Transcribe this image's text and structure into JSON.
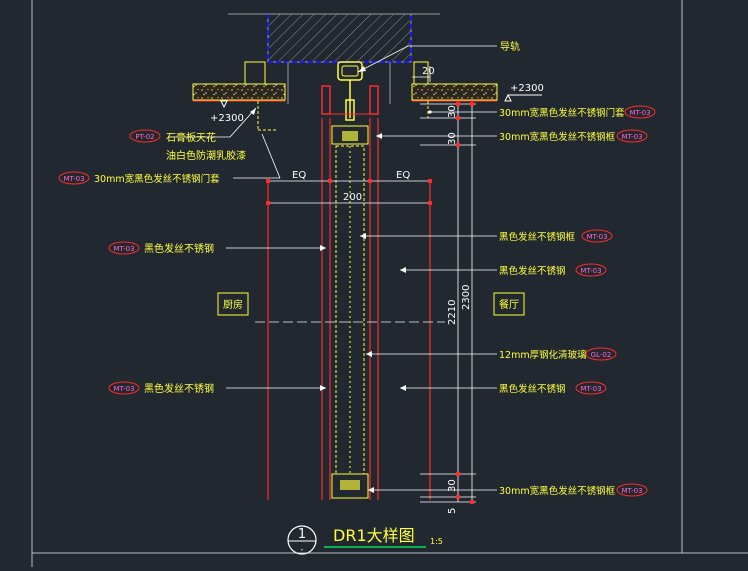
{
  "colors": {
    "background": "#212830",
    "frame": "#b8bec6",
    "red": "#ff2a2a",
    "yellow": "#ffff3c",
    "white": "#ffffff",
    "blue": "#1818ff",
    "pink": "#ff66cc",
    "cyan": "#00ffff",
    "green": "#00ff66"
  },
  "drawing": {
    "title": "DR1大样图",
    "scale": "1:5",
    "number": "1",
    "number_sub": "-",
    "dim_20": "20",
    "dim_30_top_a": "30",
    "dim_30_top_b": "30",
    "dim_eq_left": "EQ",
    "dim_eq_right": "EQ",
    "dim_200": "200",
    "dim_2210": "2210",
    "dim_2300": "2300",
    "dim_30_bottom": "30",
    "dim_5": "5",
    "level_left": "+2300",
    "level_right": "+2300",
    "room_left": "厨房",
    "room_right": "餐厅"
  },
  "annotations": {
    "guide_rail": "导轨",
    "right": [
      {
        "text": "30mm宽黑色发丝不锈钢门套",
        "tag": "MT-03"
      },
      {
        "text": "30mm宽黑色发丝不锈钢框",
        "tag": "MT-03"
      },
      {
        "text": "黑色发丝不锈钢框",
        "tag": "MT-03"
      },
      {
        "text": "黑色发丝不锈钢",
        "tag": "MT-03"
      },
      {
        "text": "12mm厚钢化清玻璃",
        "tag": "GL-02"
      },
      {
        "text": "黑色发丝不锈钢",
        "tag": "MT-03"
      },
      {
        "text": "30mm宽黑色发丝不锈钢框",
        "tag": "MT-03"
      }
    ],
    "left": [
      {
        "text": "石膏板天花",
        "tag": "PT-02"
      },
      {
        "text": "油白色防潮乳胶漆",
        "tag": ""
      },
      {
        "text": "30mm宽黑色发丝不锈钢门套",
        "tag": "MT-03"
      },
      {
        "text": "黑色发丝不锈钢",
        "tag": "MT-03"
      },
      {
        "text": "黑色发丝不锈钢",
        "tag": "MT-03"
      }
    ]
  }
}
